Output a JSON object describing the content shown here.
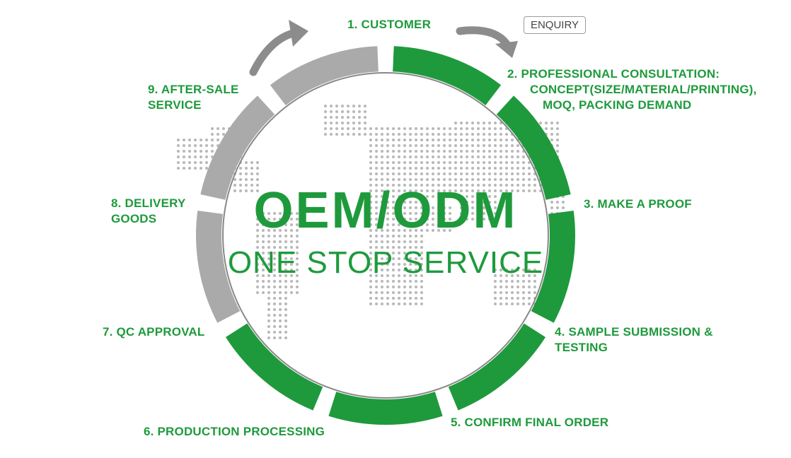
{
  "colors": {
    "accent": "#1e9a3c",
    "inactive": "#aaaaaa",
    "map_dot": "#b8b8b8",
    "arrow": "#8c8c8c"
  },
  "title": "OEM/ODM",
  "subtitle": "ONE STOP SERVICE",
  "enquiry_button": "ENQUIRY",
  "steps": [
    {
      "lines": [
        "1. CUSTOMER"
      ],
      "status": "done"
    },
    {
      "lines": [
        "2. PROFESSIONAL CONSULTATION:",
        "CONCEPT(SIZE/MATERIAL/PRINTING),",
        "MOQ, PACKING DEMAND"
      ],
      "status": "done"
    },
    {
      "lines": [
        "3. MAKE A PROOF"
      ],
      "status": "done"
    },
    {
      "lines": [
        "4. SAMPLE SUBMISSION &",
        "TESTING"
      ],
      "status": "done"
    },
    {
      "lines": [
        "5. CONFIRM FINAL ORDER"
      ],
      "status": "done"
    },
    {
      "lines": [
        "6. PRODUCTION PROCESSING"
      ],
      "status": "done"
    },
    {
      "lines": [
        "7. QC APPROVAL"
      ],
      "status": "pending"
    },
    {
      "lines": [
        "8. DELIVERY",
        "GOODS"
      ],
      "status": "pending"
    },
    {
      "lines": [
        "9. AFTER-SALE",
        "SERVICE"
      ],
      "status": "pending"
    }
  ]
}
